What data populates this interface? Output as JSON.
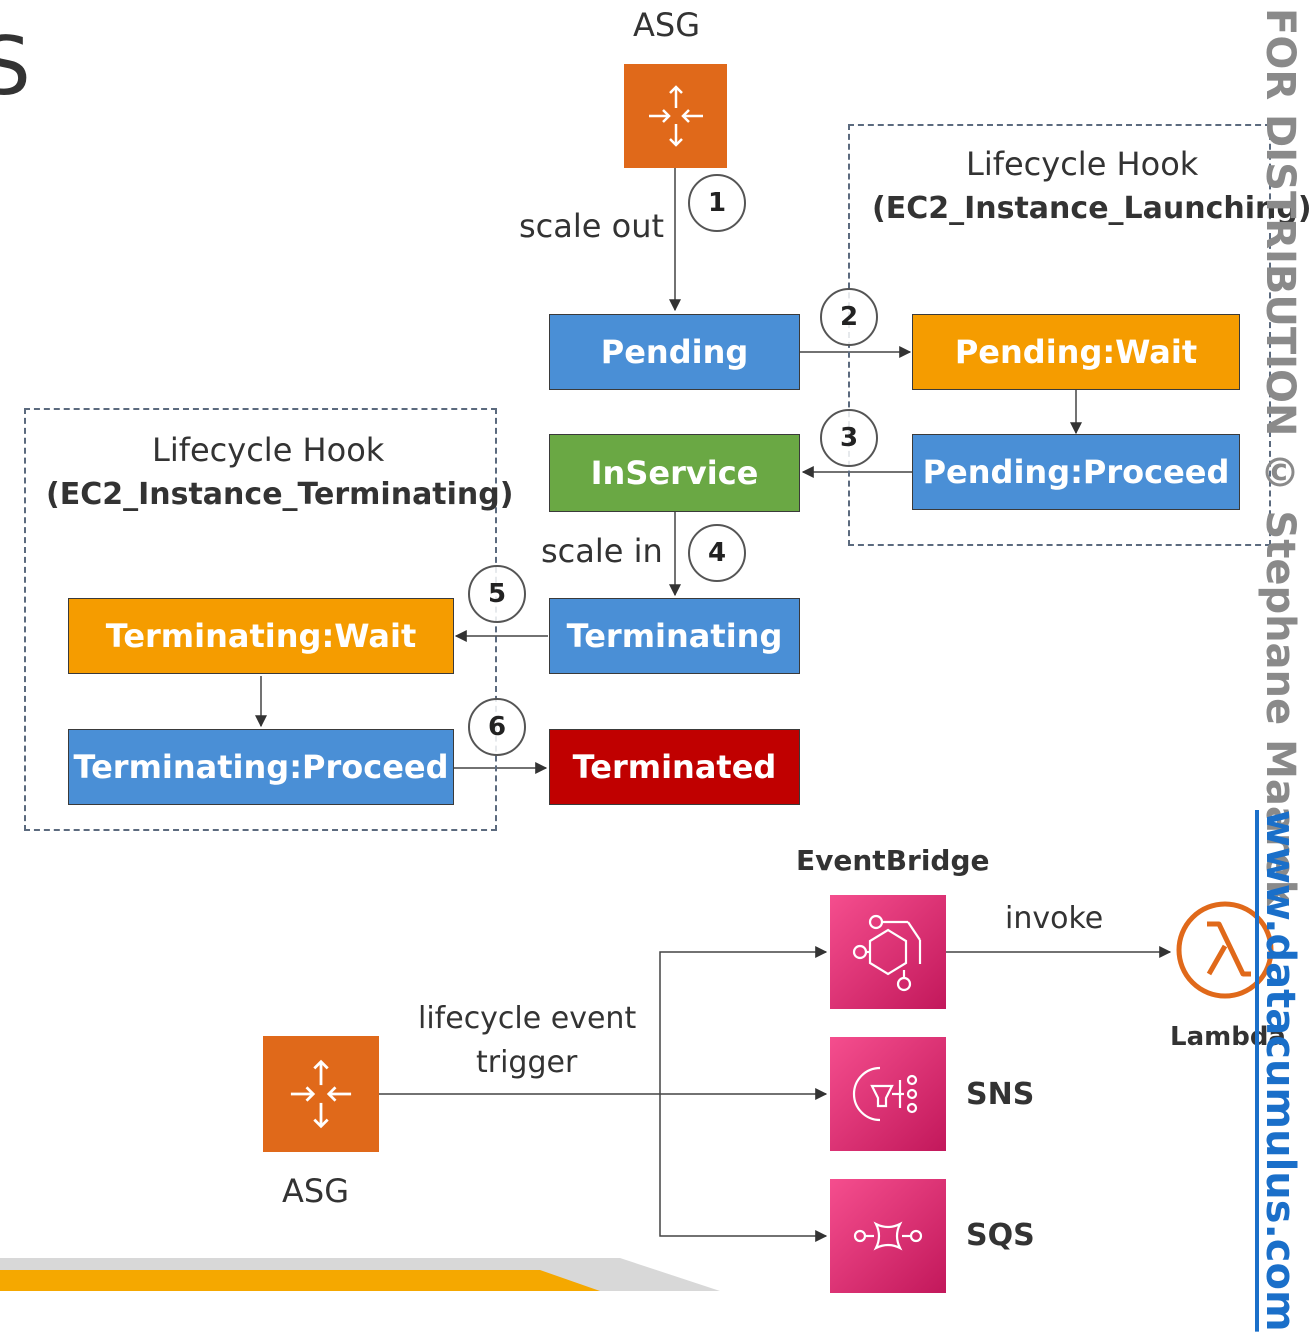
{
  "corner_fragment": "S",
  "top_asg": {
    "label": "ASG"
  },
  "scale_out_label": "scale out",
  "scale_in_label": "scale in",
  "steps": [
    "1",
    "2",
    "3",
    "4",
    "5",
    "6"
  ],
  "states": {
    "pending": "Pending",
    "pending_wait": "Pending:Wait",
    "pending_proceed": "Pending:Proceed",
    "inservice": "InService",
    "terminating": "Terminating",
    "terminating_wait": "Terminating:Wait",
    "terminating_proceed": "Terminating:Proceed",
    "terminated": "Terminated"
  },
  "launch_hook": {
    "title": "Lifecycle Hook",
    "name": "(EC2_Instance_Launching)"
  },
  "terminate_hook": {
    "title": "Lifecycle Hook",
    "name": "(EC2_Instance_Terminating)"
  },
  "bottom": {
    "asg_label": "ASG",
    "trigger_label_line1": "lifecycle event",
    "trigger_label_line2": "trigger",
    "eventbridge_label": "EventBridge",
    "invoke_label": "invoke",
    "lambda_label": "Lambda",
    "sns_label": "SNS",
    "sqs_label": "SQS"
  },
  "watermark": {
    "copyright": "FOR DISTRIBUTION © Stephane Maarek",
    "url": "www.datacumulus.com"
  },
  "colors": {
    "blue_state": "#4a8fd6",
    "orange_state": "#f59c00",
    "green_state": "#6aa844",
    "red_state": "#c00000",
    "asg_icon": "#e0691a",
    "integration_icon": "#e7157b"
  },
  "icons": {
    "asg": "auto-scaling-icon",
    "eventbridge": "eventbridge-icon",
    "sns": "sns-icon",
    "sqs": "sqs-icon",
    "lambda": "lambda-icon"
  }
}
